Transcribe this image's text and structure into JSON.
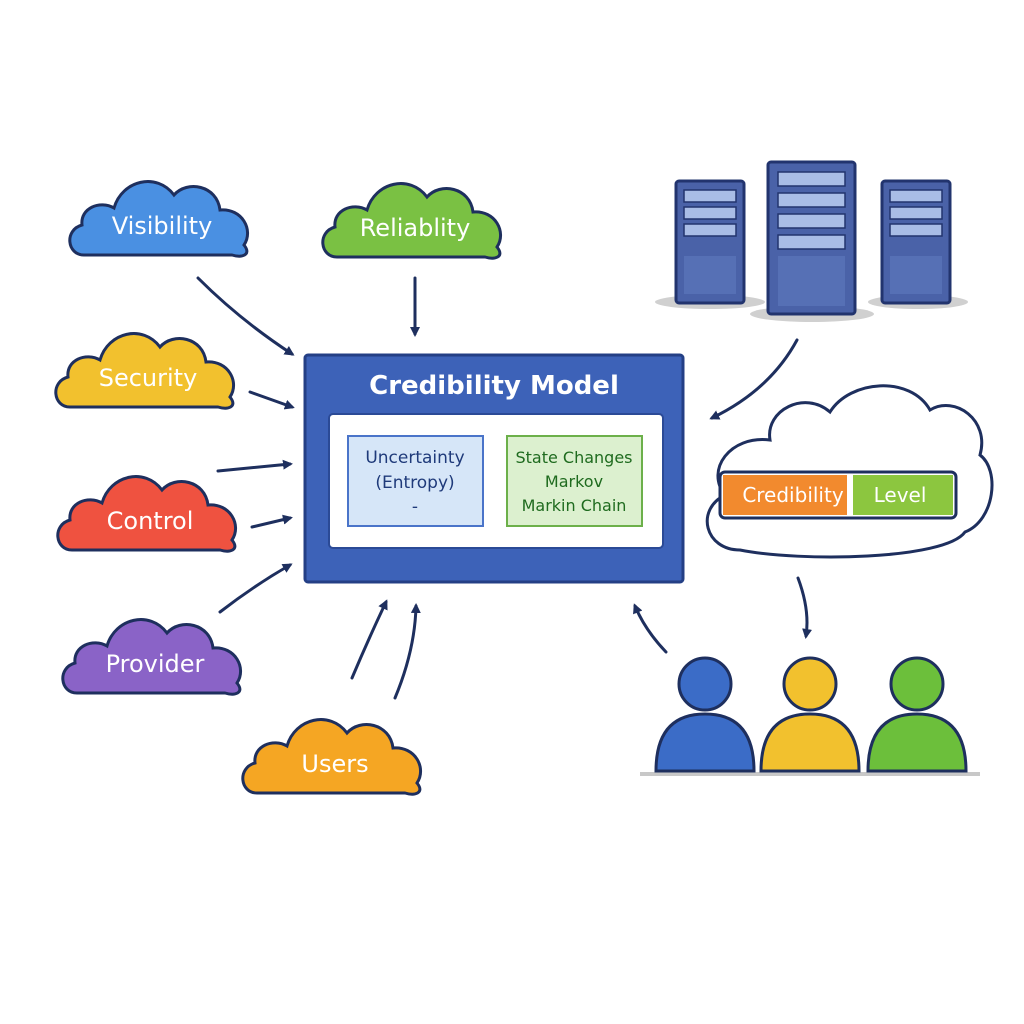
{
  "clouds": [
    {
      "id": "visibility",
      "label": "Visibility",
      "color": "#4a90e2"
    },
    {
      "id": "reliability",
      "label": "Reliablity",
      "color": "#7ac143"
    },
    {
      "id": "security",
      "label": "Security",
      "color": "#f2c12e"
    },
    {
      "id": "control",
      "label": "Control",
      "color": "#ef5240"
    },
    {
      "id": "provider",
      "label": "Provider",
      "color": "#8a63c7"
    },
    {
      "id": "users",
      "label": "Users",
      "color": "#f5a623"
    }
  ],
  "model": {
    "title": "Credibility Model",
    "left_box": {
      "line1": "Uncertainty",
      "line2": "(Entropy)",
      "line3": "-"
    },
    "right_box": {
      "line1": "State Changes",
      "line2": "Markov",
      "line3": "Markin Chain"
    }
  },
  "credibility_bar": {
    "left_label": "Credibility",
    "right_label": "Level",
    "left_color": "#f28a2e",
    "right_color": "#8cc63f"
  },
  "colors": {
    "model_blue": "#3d62b8",
    "server_blue": "#4a62a8",
    "person_blue": "#3b6cc7",
    "person_yellow": "#f2c12e",
    "person_green": "#6cbf3b",
    "arrow": "#1e2f5e"
  },
  "icons": [
    "server-icon",
    "server-icon",
    "server-icon",
    "person-icon",
    "person-icon",
    "person-icon",
    "cloud-icon"
  ]
}
